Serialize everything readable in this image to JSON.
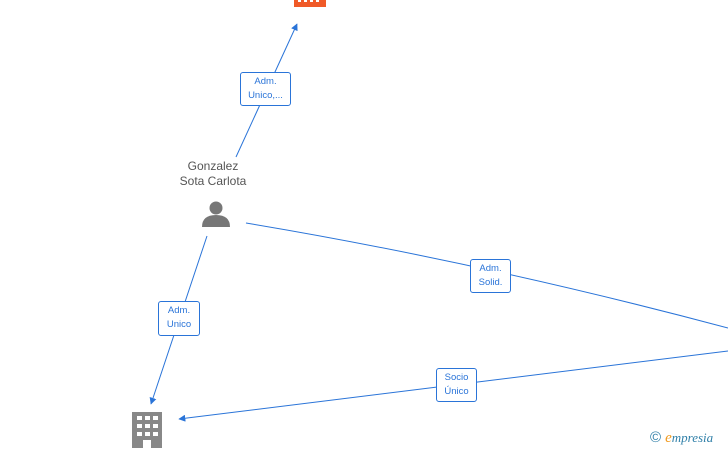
{
  "person": {
    "name_line1": "Gonzalez",
    "name_line2": "Sota Carlota",
    "icon": "person-icon"
  },
  "nodes": {
    "top_company_icon": "building-icon",
    "top_company_color": "#f05a28",
    "bottom_company_icon": "building-icon",
    "bottom_company_color": "#888888"
  },
  "edges": {
    "to_top_company": {
      "line1": "Adm.",
      "line2": "Unico,..."
    },
    "to_right_company": {
      "line1": "Adm.",
      "line2": "Solid."
    },
    "to_bottom_company": {
      "line1": "Adm.",
      "line2": "Unico"
    },
    "right_to_bottom": {
      "line1": "Socio",
      "line2": "Único"
    }
  },
  "colors": {
    "edge": "#2a74d8",
    "person": "#777777"
  },
  "watermark": {
    "copyright": "©",
    "brand_initial": "e",
    "brand_rest": "mpresia"
  }
}
